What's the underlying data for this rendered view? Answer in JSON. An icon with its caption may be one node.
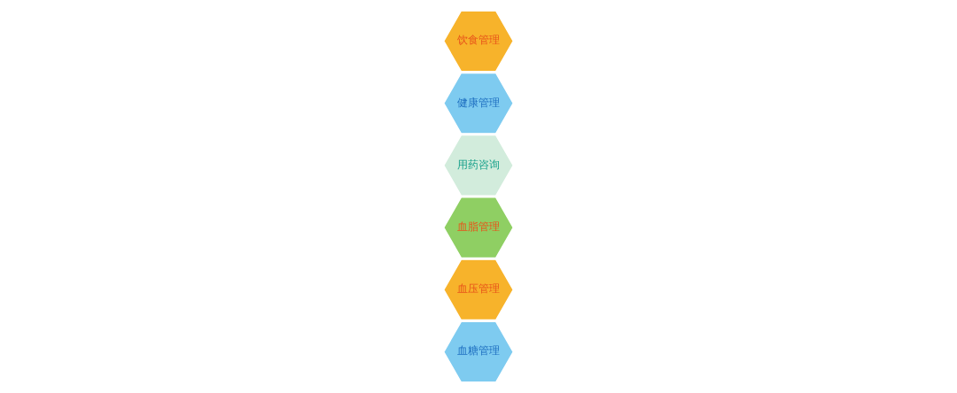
{
  "diagram": {
    "nodes": [
      {
        "text": [
          "血糖管理"
        ]
      },
      {
        "text": [
          "血压管理"
        ]
      },
      {
        "text": [
          "血脂管理"
        ]
      },
      {
        "text": [
          "用药咨询"
        ]
      },
      {
        "text": [
          "健康管理"
        ]
      },
      {
        "text": [
          "饮食管理"
        ]
      }
    ],
    "edges": []
  }
}
